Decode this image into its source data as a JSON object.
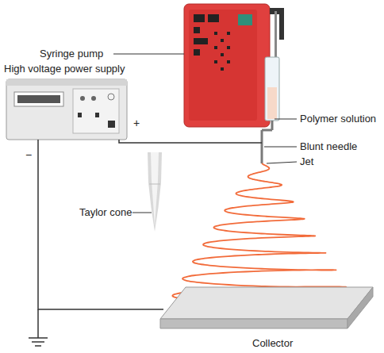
{
  "diagram": {
    "nodes": [
      {
        "text": [
          "Syringe pump"
        ]
      },
      {
        "text": [
          "High voltage power supply"
        ]
      },
      {
        "text": [
          "Collector"
        ]
      }
    ],
    "edges": [
      {
        "from": 1,
        "to": 0,
        "label": "+",
        "arrow": "none"
      },
      {
        "from": 1,
        "to": 2,
        "label": "−",
        "arrow": "none"
      }
    ],
    "labels": [
      "Polymer solution",
      "Blunt needle",
      "Jet",
      "Taylor cone"
    ]
  }
}
